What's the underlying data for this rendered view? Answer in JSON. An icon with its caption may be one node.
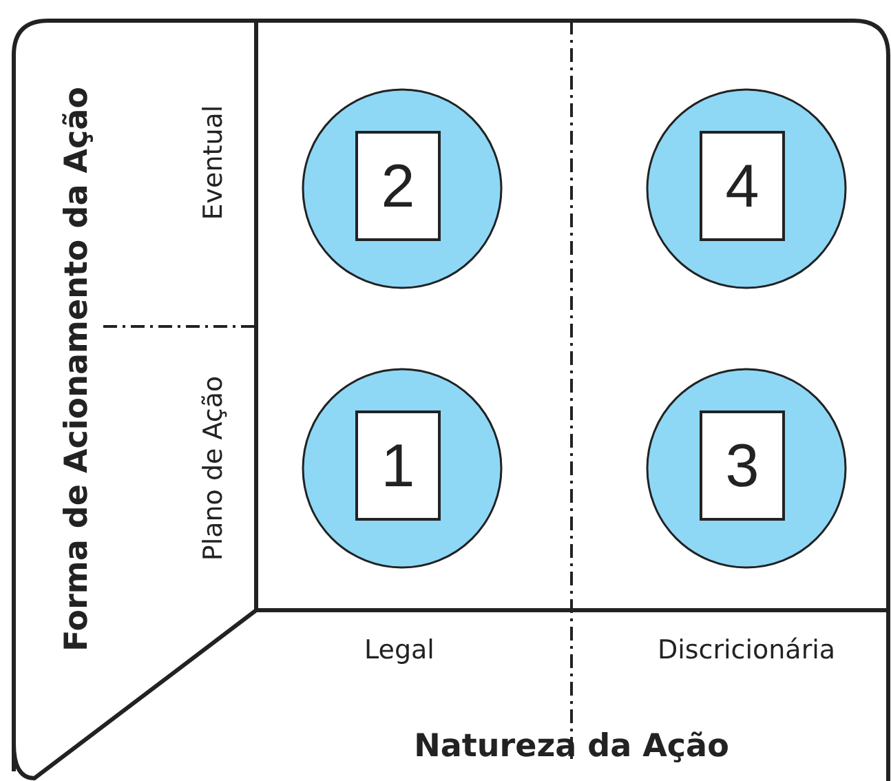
{
  "diagram": {
    "nodes": [
      {
        "text": [
          "2"
        ]
      },
      {
        "text": [
          "4"
        ]
      },
      {
        "text": [
          "1"
        ]
      },
      {
        "text": [
          "3"
        ]
      }
    ],
    "labels": [
      "Forma de Acionamento da Ação",
      "Eventual",
      "Plano de Ação",
      "Legal",
      "Discricionária",
      "Natureza da Ação"
    ]
  }
}
